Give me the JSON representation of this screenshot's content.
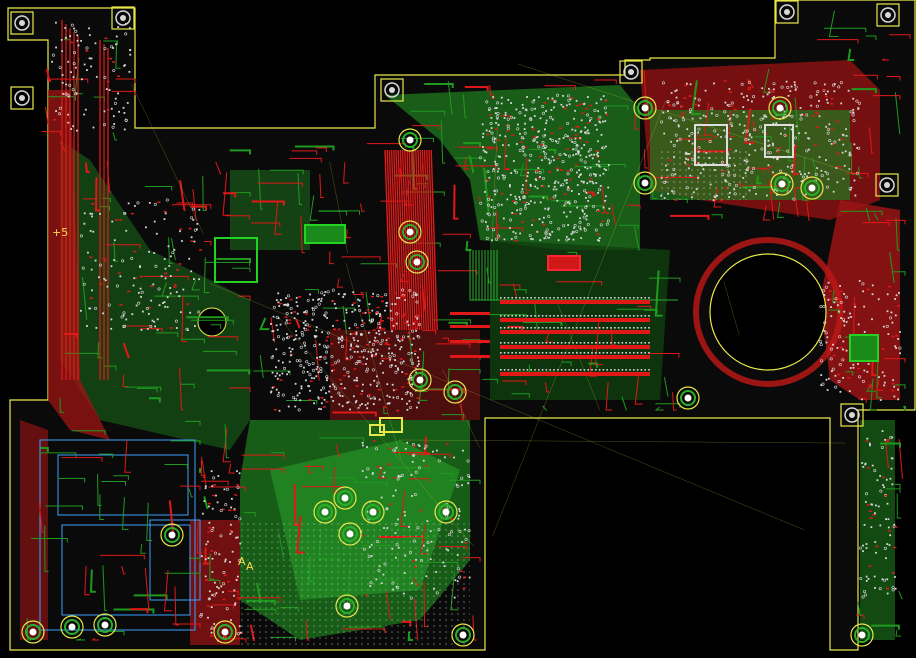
{
  "viewer": {
    "background": "#000000",
    "layer_colors": {
      "outline": "#e8e84a",
      "top_copper": "#e01818",
      "bottom_copper": "#1f9a1f",
      "pads": "#d8d8d8",
      "silkscreen": "#ffd84a",
      "keepout": "#3aa0ff",
      "drill": "#ffffff"
    },
    "silkscreen_text": {
      "mark_upper_left": "+5",
      "mark_lower_left": "A",
      "mark_bottom_center": "A"
    },
    "icons": [
      "mounting-hole-icon",
      "fan-cutout-icon"
    ]
  }
}
